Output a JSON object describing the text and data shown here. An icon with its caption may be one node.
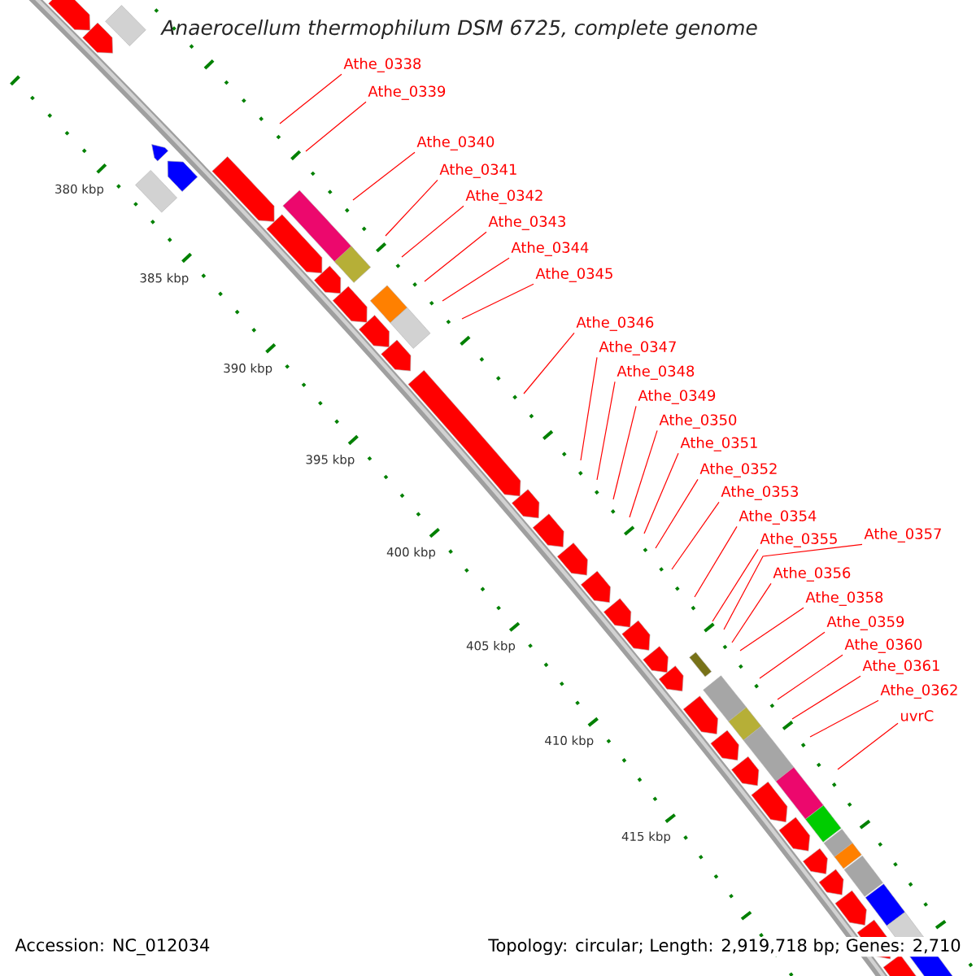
{
  "diagram": {
    "title": "Anaerocellum thermophilum DSM 6725, complete genome",
    "nodes": [
      {
        "text": [
          "Athe_0338"
        ]
      },
      {
        "text": [
          "Athe_0339"
        ]
      },
      {
        "text": [
          "Athe_0340"
        ]
      },
      {
        "text": [
          "Athe_0341"
        ]
      },
      {
        "text": [
          "Athe_0342"
        ]
      },
      {
        "text": [
          "Athe_0343"
        ]
      },
      {
        "text": [
          "Athe_0344"
        ]
      },
      {
        "text": [
          "Athe_0345"
        ]
      },
      {
        "text": [
          "Athe_0346"
        ]
      },
      {
        "text": [
          "Athe_0347"
        ]
      },
      {
        "text": [
          "Athe_0348"
        ]
      },
      {
        "text": [
          "Athe_0349"
        ]
      },
      {
        "text": [
          "Athe_0350"
        ]
      },
      {
        "text": [
          "Athe_0351"
        ]
      },
      {
        "text": [
          "Athe_0352"
        ]
      },
      {
        "text": [
          "Athe_0353"
        ]
      },
      {
        "text": [
          "Athe_0354"
        ]
      },
      {
        "text": [
          "Athe_0355"
        ]
      },
      {
        "text": [
          "Athe_0356"
        ]
      },
      {
        "text": [
          "Athe_0357"
        ]
      },
      {
        "text": [
          "Athe_0358"
        ]
      },
      {
        "text": [
          "Athe_0359"
        ]
      },
      {
        "text": [
          "Athe_0360"
        ]
      },
      {
        "text": [
          "Athe_0361"
        ]
      },
      {
        "text": [
          "Athe_0362"
        ]
      },
      {
        "text": [
          "uvrC"
        ]
      }
    ],
    "edges": [
      {
        "from": 0,
        "to": null,
        "arrow": "none"
      },
      {
        "from": 1,
        "to": null,
        "arrow": "none"
      },
      {
        "from": 2,
        "to": null,
        "arrow": "none"
      },
      {
        "from": 3,
        "to": null,
        "arrow": "none"
      },
      {
        "from": 4,
        "to": null,
        "arrow": "none"
      },
      {
        "from": 5,
        "to": null,
        "arrow": "none"
      },
      {
        "from": 6,
        "to": null,
        "arrow": "none"
      },
      {
        "from": 7,
        "to": null,
        "arrow": "none"
      },
      {
        "from": 8,
        "to": null,
        "arrow": "none"
      },
      {
        "from": 9,
        "to": null,
        "arrow": "none"
      },
      {
        "from": 10,
        "to": null,
        "arrow": "none"
      },
      {
        "from": 11,
        "to": null,
        "arrow": "none"
      },
      {
        "from": 12,
        "to": null,
        "arrow": "none"
      },
      {
        "from": 13,
        "to": null,
        "arrow": "none"
      },
      {
        "from": 14,
        "to": null,
        "arrow": "none"
      },
      {
        "from": 15,
        "to": null,
        "arrow": "none"
      },
      {
        "from": 16,
        "to": null,
        "arrow": "none"
      },
      {
        "from": 17,
        "to": null,
        "arrow": "none"
      },
      {
        "from": 18,
        "to": null,
        "arrow": "none"
      },
      {
        "from": 19,
        "to": null,
        "arrow": "none"
      },
      {
        "from": 20,
        "to": null,
        "arrow": "none"
      },
      {
        "from": 21,
        "to": null,
        "arrow": "none"
      },
      {
        "from": 22,
        "to": null,
        "arrow": "none"
      },
      {
        "from": 23,
        "to": null,
        "arrow": "none"
      },
      {
        "from": 24,
        "to": null,
        "arrow": "none"
      },
      {
        "from": 25,
        "to": null,
        "arrow": "none"
      }
    ],
    "labels": [
      "380 kbp",
      "385 kbp",
      "390 kbp",
      "395 kbp",
      "400 kbp",
      "405 kbp",
      "410 kbp",
      "415 kbp",
      "Accession: NC_012034",
      "Topology: circular; Length: 2,919,718 bp; Genes: 2,710"
    ]
  }
}
